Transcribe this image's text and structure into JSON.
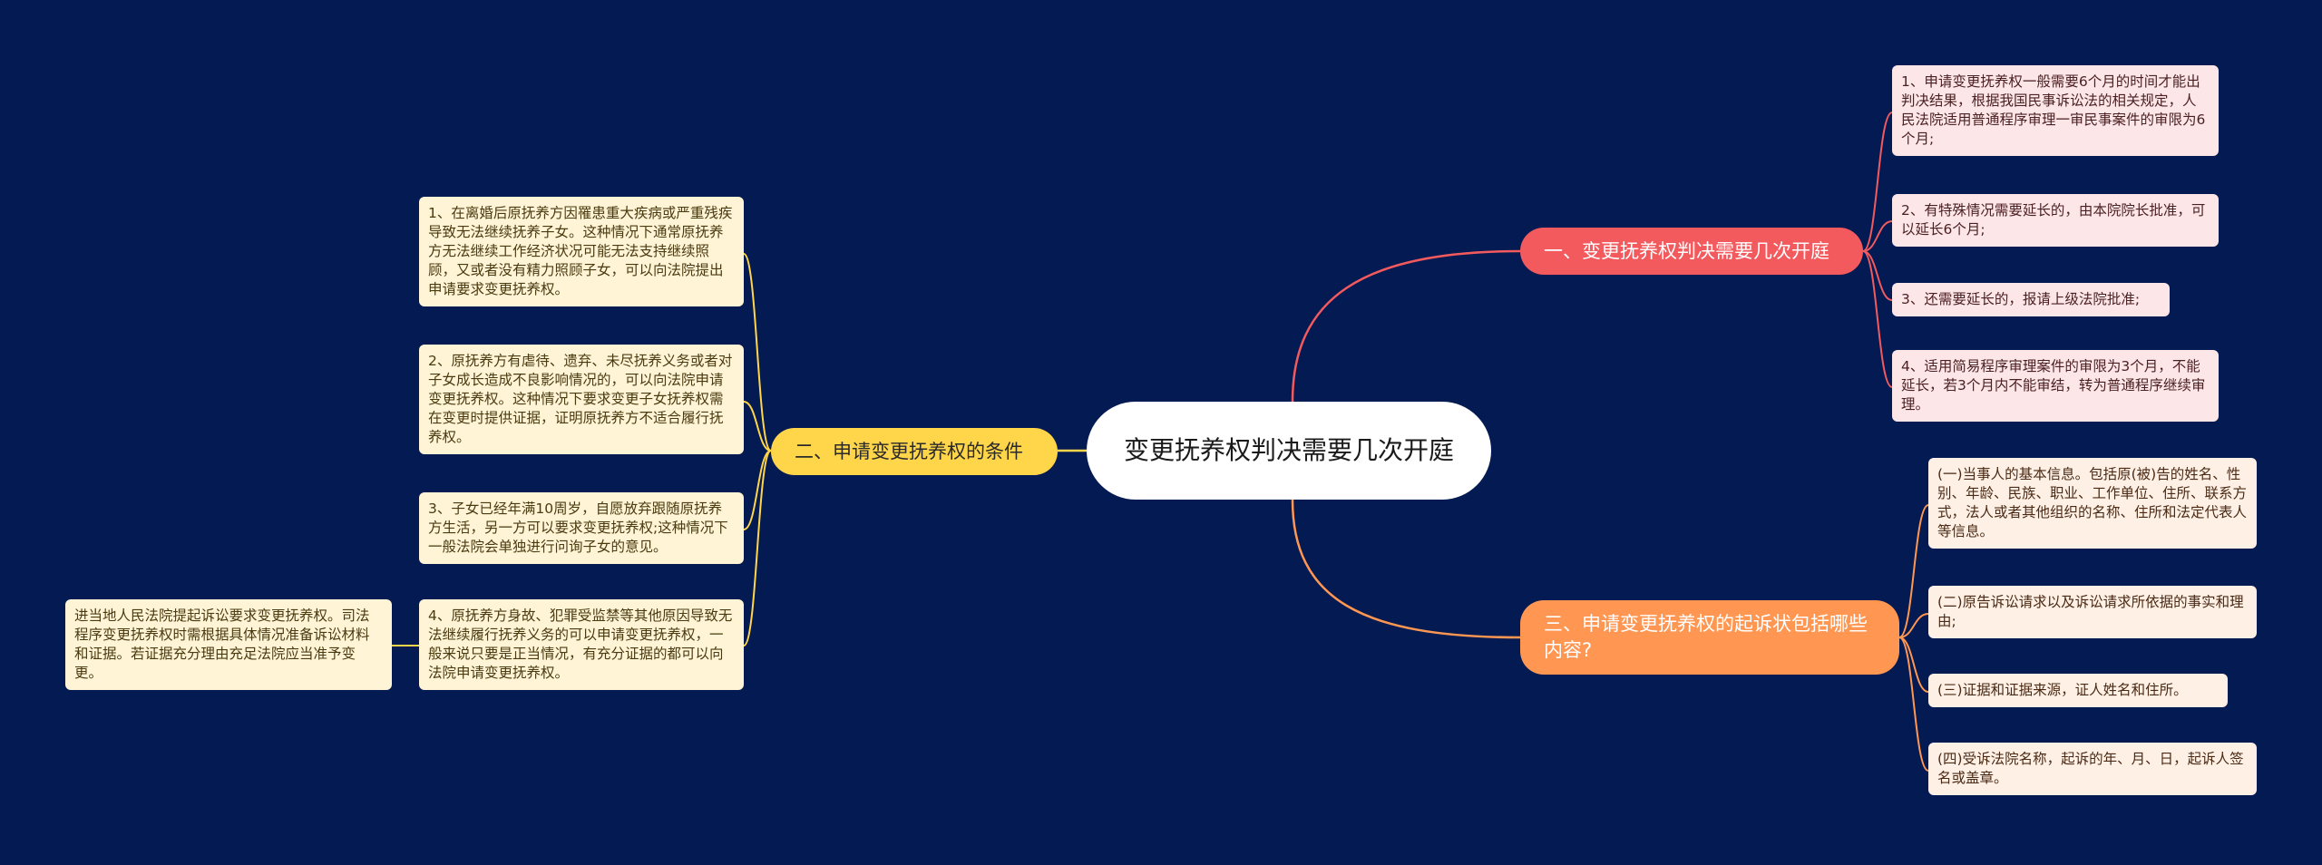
{
  "root": {
    "label": "变更抚养权判决需要几次开庭"
  },
  "branches": [
    {
      "label": "一、变更抚养权判决需要几次开庭",
      "color": "#f25a5e",
      "items": [
        "1、申请变更抚养权一般需要6个月的时间才能出判决结果，根据我国民事诉讼法的相关规定，人民法院适用普通程序审理一审民事案件的审限为6个月;",
        "2、有特殊情况需要延长的，由本院院长批准，可以延长6个月;",
        "3、还需要延长的，报请上级法院批准;",
        "4、适用简易程序审理案件的审限为3个月，不能延长，若3个月内不能审结，转为普通程序继续审理。"
      ]
    },
    {
      "label": "二、申请变更抚养权的条件",
      "color": "#ffd54a",
      "items": [
        "1、在离婚后原抚养方因罹患重大疾病或严重残疾导致无法继续抚养子女。这种情况下通常原抚养方无法继续工作经济状况可能无法支持继续照顾，又或者没有精力照顾子女，可以向法院提出申请要求变更抚养权。",
        "2、原抚养方有虐待、遗弃、未尽抚养义务或者对子女成长造成不良影响情况的，可以向法院申请变更抚养权。这种情况下要求变更子女抚养权需在变更时提供证据，证明原抚养方不适合履行抚养权。",
        "3、子女已经年满10周岁，自愿放弃跟随原抚养方生活，另一方可以要求变更抚养权;这种情况下一般法院会单独进行问询子女的意见。",
        "4、原抚养方身故、犯罪受监禁等其他原因导致无法继续履行抚养义务的可以申请变更抚养权，一般来说只要是正当情况，有充分证据的都可以向法院申请变更抚养权。"
      ],
      "subitem": "进当地人民法院提起诉讼要求变更抚养权。司法程序变更抚养权时需根据具体情况准备诉讼材料和证据。若证据充分理由充足法院应当准予变更。"
    },
    {
      "label": "三、申请变更抚养权的起诉状包括哪些内容?",
      "color": "#ff9752",
      "items": [
        "(一)当事人的基本信息。包括原(被)告的姓名、性别、年龄、民族、职业、工作单位、住所、联系方式，法人或者其他组织的名称、住所和法定代表人等信息。",
        "(二)原告诉讼请求以及诉讼请求所依据的事实和理由;",
        "(三)证据和证据来源，证人姓名和住所。",
        "(四)受诉法院名称，起诉的年、月、日，起诉人签名或盖章。"
      ]
    }
  ]
}
